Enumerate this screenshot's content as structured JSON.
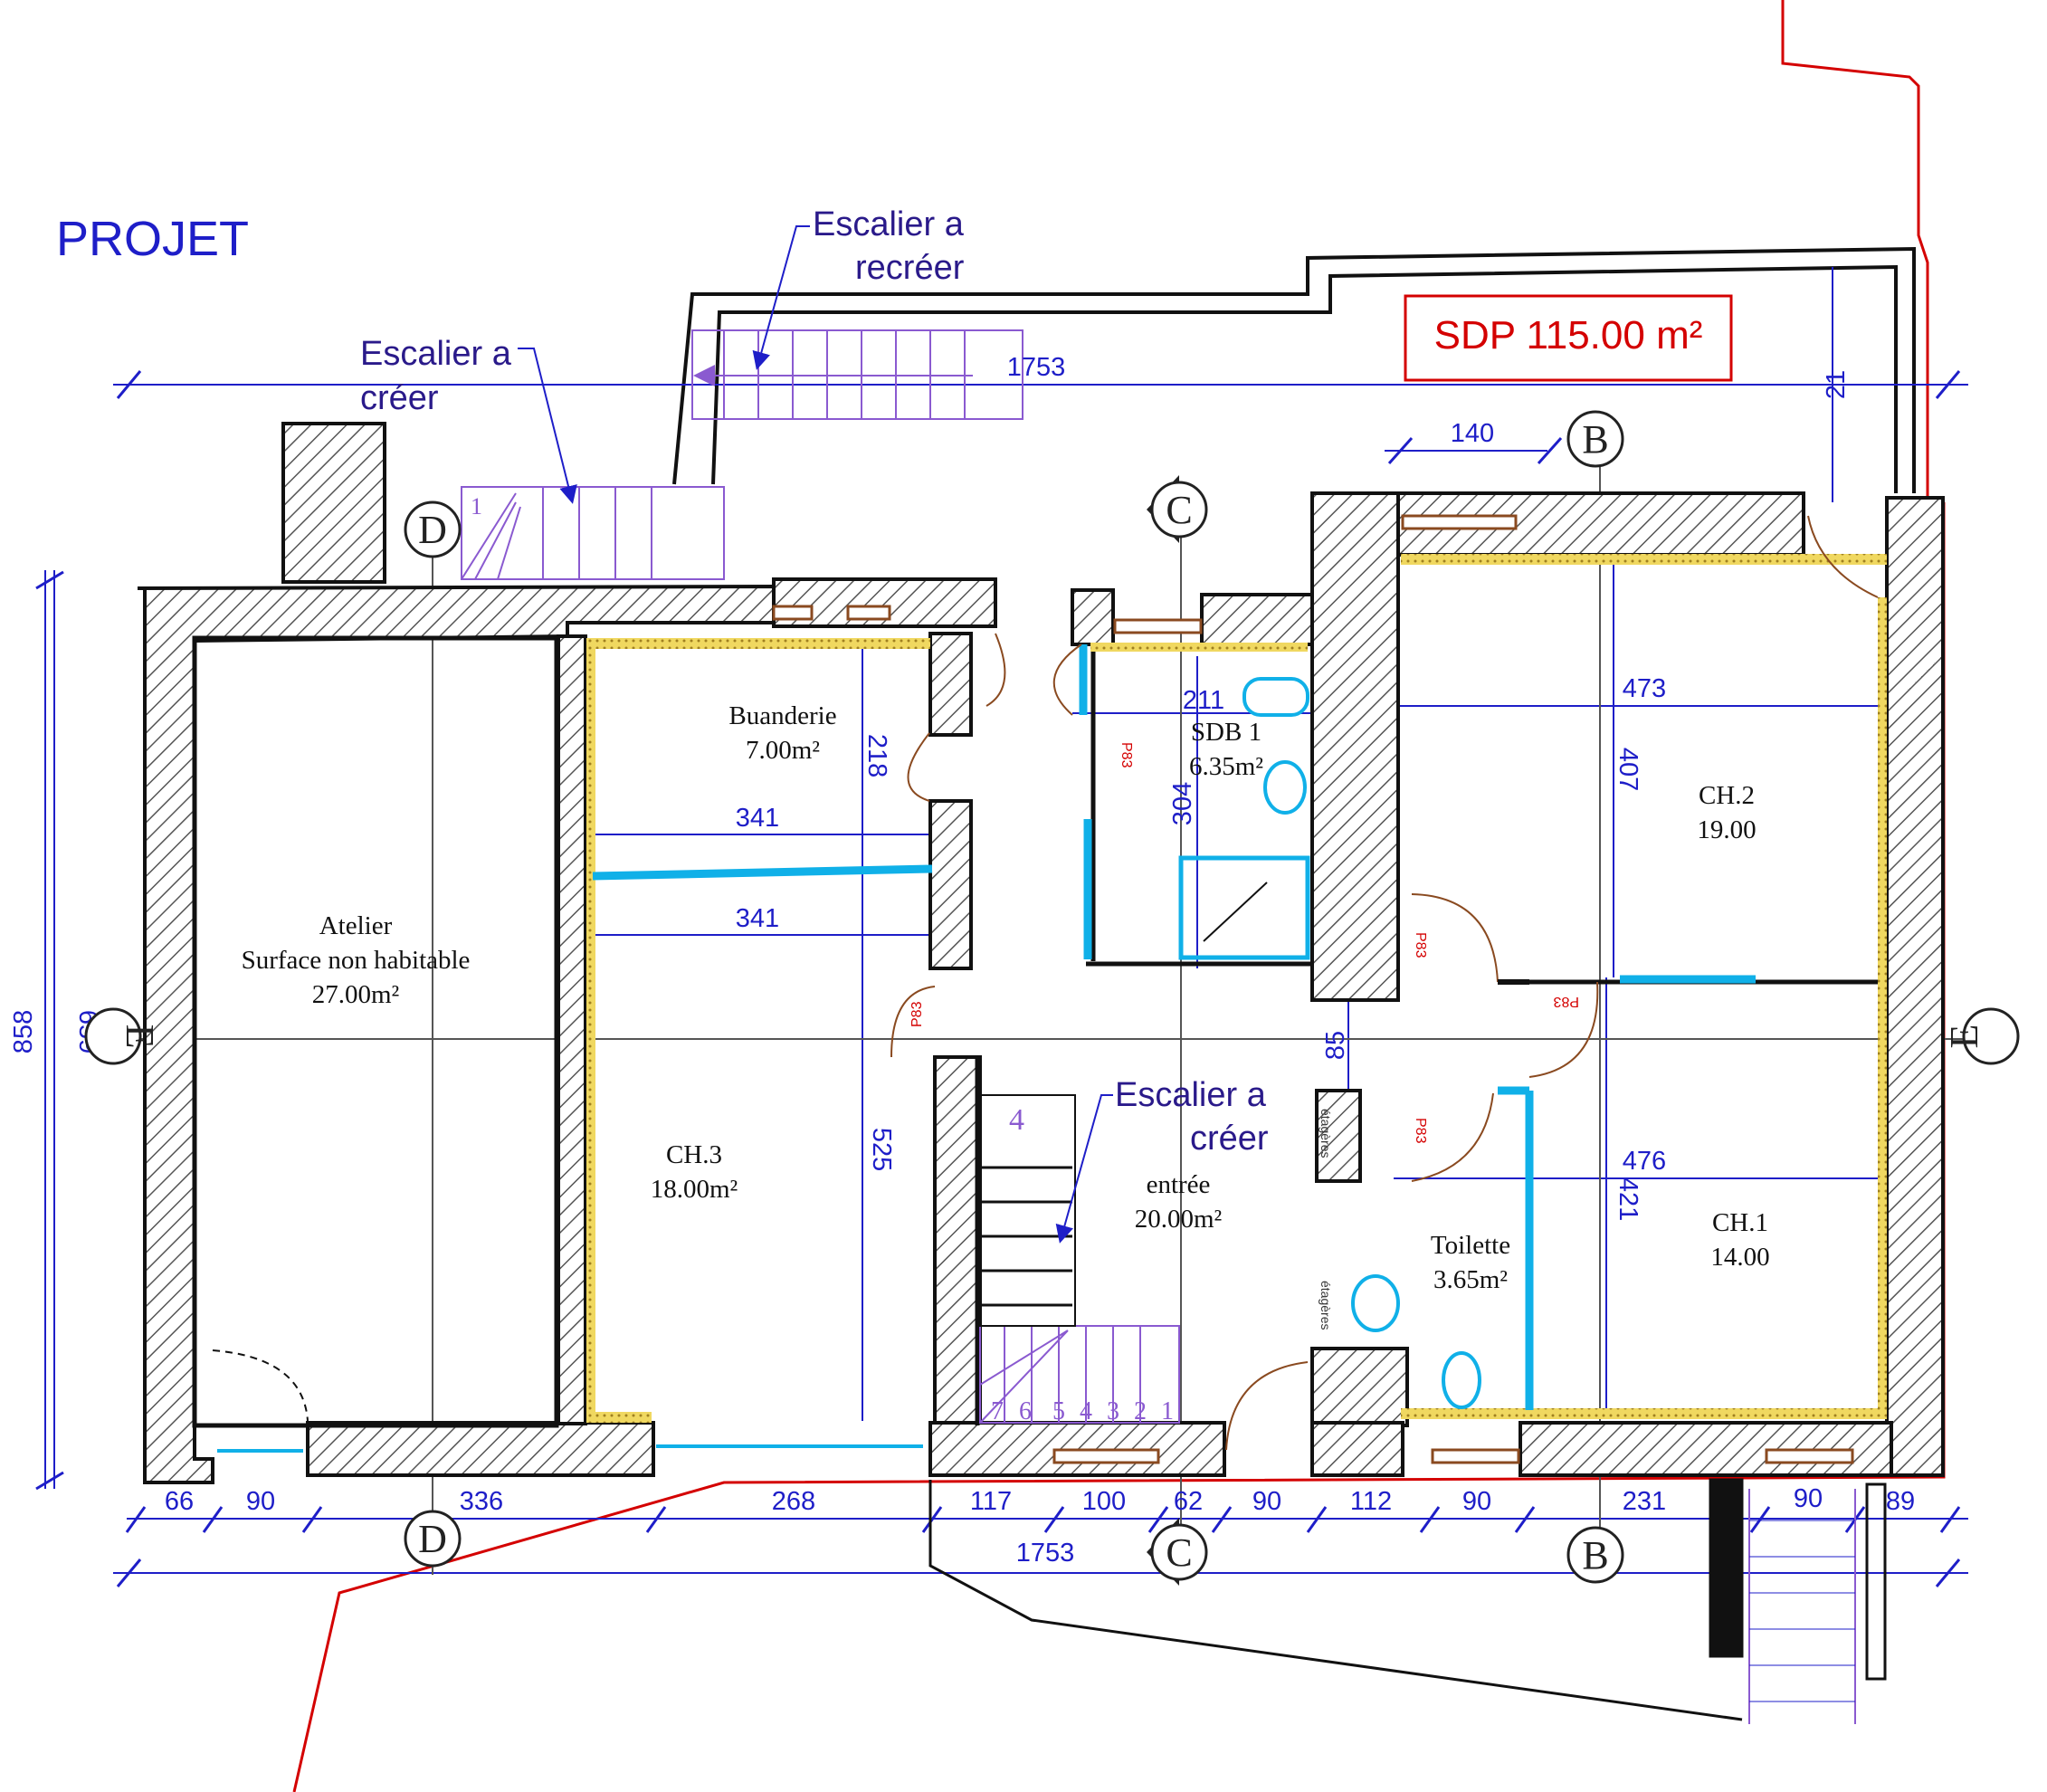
{
  "title": "PROJET",
  "sdp": "SDP 115.00 m²",
  "annotations": {
    "stair_top": [
      "Escalier a",
      "recréer"
    ],
    "stair_left": [
      "Escalier a",
      "créer"
    ],
    "stair_center": [
      "Escalier a",
      "créer"
    ]
  },
  "rooms": [
    {
      "id": "atelier",
      "lines": [
        "Atelier",
        "Surface non habitable",
        "27.00m²"
      ]
    },
    {
      "id": "buanderie",
      "lines": [
        "Buanderie",
        "7.00m²"
      ]
    },
    {
      "id": "sdb1",
      "lines": [
        "SDB 1",
        "6.35m²"
      ]
    },
    {
      "id": "ch2",
      "lines": [
        "CH.2",
        "19.00"
      ]
    },
    {
      "id": "ch3",
      "lines": [
        "CH.3",
        "18.00m²"
      ]
    },
    {
      "id": "entree",
      "lines": [
        "entrée",
        "20.00m²"
      ]
    },
    {
      "id": "toilette",
      "lines": [
        "Toilette",
        "3.65m²"
      ]
    },
    {
      "id": "ch1",
      "lines": [
        "CH.1",
        "14.00"
      ]
    }
  ],
  "grid_labels": {
    "b": "B",
    "c": "C",
    "d": "D",
    "e": "E"
  },
  "dimensions": {
    "overall_top": "1753",
    "overall_bottom": "1753",
    "top_140": "140",
    "right_21": "21",
    "height_858": "858",
    "height_659": "659",
    "buanderie_218": "218",
    "buanderie_341a": "341",
    "buanderie_341b": "341",
    "sdb_211": "211",
    "sdb_304": "304",
    "ch2_473": "473",
    "ch2_407": "407",
    "ch3_525": "525",
    "hall_85": "85",
    "ch1_476": "476",
    "ch1_421": "421",
    "bottom_chain": [
      "66",
      "90",
      "336",
      "268",
      "117",
      "100",
      "62",
      "90",
      "112",
      "90",
      "231",
      "90",
      "89"
    ]
  },
  "small_labels": {
    "p83": "P83",
    "etageres": "étagères",
    "stair_steps": [
      "7",
      "6",
      "5",
      "4",
      "3",
      "2",
      "1"
    ],
    "stair_num_left": "1",
    "stair_num_center": "4"
  },
  "colors": {
    "wall_hatch": "#555555",
    "dimension_blue": "#1e1ec8",
    "stair_purple": "#8a5ad0",
    "sdp_red": "#d40000",
    "water_cyan": "#10b0e8",
    "insulation_yellow": "#e6c840"
  }
}
